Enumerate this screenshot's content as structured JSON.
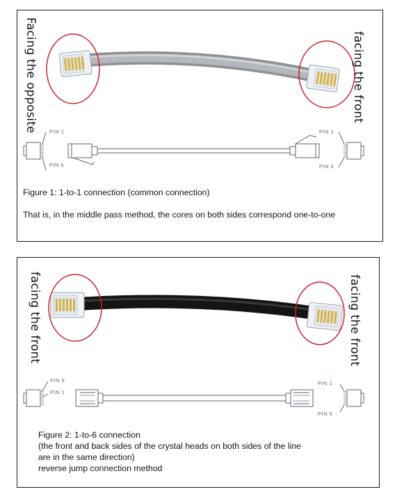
{
  "figure1": {
    "left_label": "Facing the opposite",
    "right_label": "facing the front",
    "pins": {
      "left_top": "PIN 1",
      "left_bottom": "PIN 6",
      "right_top": "PIN 1",
      "right_bottom": "PIN 6"
    },
    "caption": "Figure 1: 1-to-1 connection (common connection)",
    "description": "That is, in the middle pass method, the cores on both sides correspond one-to-one",
    "colors": {
      "cable": "#a8acb0",
      "highlight_circle": "#c8232c",
      "frame": "#1a1a1a"
    }
  },
  "figure2": {
    "left_label": "facing the front",
    "right_label": "facing the front",
    "pins": {
      "left_top": "PIN 6",
      "left_bottom": "PIN 1",
      "right_top": "PIN 1",
      "right_bottom": "PIN 6"
    },
    "caption": "Figure 2: 1-to-6 connection",
    "lines": [
      "(the front and back sides of the crystal heads on both sides of the line",
      "are in the same direction)",
      "reverse jump connection method"
    ],
    "colors": {
      "cable": "#1c1c1c",
      "highlight_circle": "#c8232c",
      "frame": "#1a1a1a"
    }
  }
}
